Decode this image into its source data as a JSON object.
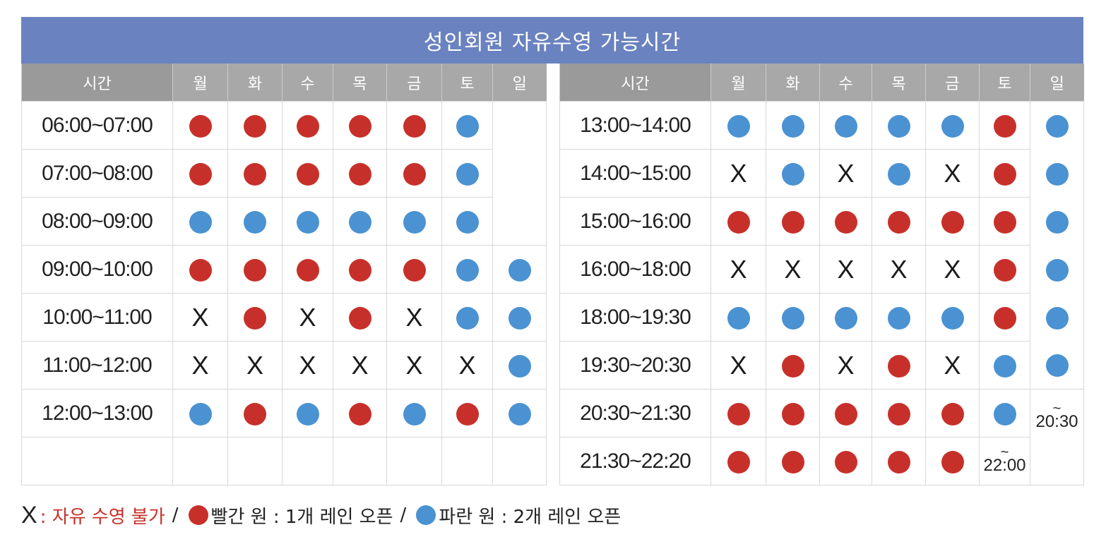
{
  "title": "성인회원 자유수영 가능시간",
  "left": {
    "headers": [
      "시간",
      "월",
      "화",
      "수",
      "목",
      "금",
      "토",
      "일"
    ],
    "rows": [
      {
        "time": "06:00~07:00",
        "cells": [
          "R",
          "R",
          "R",
          "R",
          "R",
          "B",
          ""
        ]
      },
      {
        "time": "07:00~08:00",
        "cells": [
          "R",
          "R",
          "R",
          "R",
          "R",
          "B",
          ""
        ]
      },
      {
        "time": "08:00~09:00",
        "cells": [
          "B",
          "B",
          "B",
          "B",
          "B",
          "B",
          ""
        ]
      },
      {
        "time": "09:00~10:00",
        "cells": [
          "R",
          "R",
          "R",
          "R",
          "R",
          "B",
          "B"
        ]
      },
      {
        "time": "10:00~11:00",
        "cells": [
          "X",
          "R",
          "X",
          "R",
          "X",
          "B",
          "B"
        ]
      },
      {
        "time": "11:00~12:00",
        "cells": [
          "X",
          "X",
          "X",
          "X",
          "X",
          "X",
          "B"
        ]
      },
      {
        "time": "12:00~13:00",
        "cells": [
          "B",
          "R",
          "B",
          "R",
          "B",
          "R",
          "B"
        ]
      },
      {
        "time": "",
        "cells": [
          "",
          "",
          "",
          "",
          "",
          "",
          ""
        ]
      }
    ]
  },
  "right": {
    "headers": [
      "시간",
      "월",
      "화",
      "수",
      "목",
      "금",
      "토",
      "일"
    ],
    "rows": [
      {
        "time": "13:00~14:00",
        "cells": [
          "B",
          "B",
          "B",
          "B",
          "B",
          "R",
          "B"
        ]
      },
      {
        "time": "14:00~15:00",
        "cells": [
          "X",
          "B",
          "X",
          "B",
          "X",
          "R",
          "B"
        ]
      },
      {
        "time": "15:00~16:00",
        "cells": [
          "R",
          "R",
          "R",
          "R",
          "R",
          "R",
          "B"
        ]
      },
      {
        "time": "16:00~18:00",
        "cells": [
          "X",
          "X",
          "X",
          "X",
          "X",
          "R",
          "B"
        ]
      },
      {
        "time": "18:00~19:30",
        "cells": [
          "B",
          "B",
          "B",
          "B",
          "B",
          "R",
          "B"
        ]
      },
      {
        "time": "19:30~20:30",
        "cells": [
          "X",
          "R",
          "X",
          "R",
          "X",
          "B",
          "B"
        ]
      },
      {
        "time": "20:30~21:30",
        "cells": [
          "R",
          "R",
          "R",
          "R",
          "R",
          "B",
          ""
        ]
      },
      {
        "time": "21:30~22:20",
        "cells": [
          "R",
          "R",
          "R",
          "R",
          "R",
          "",
          ""
        ]
      }
    ],
    "sat_note": {
      "tilde": "~",
      "time": "22:00"
    },
    "sun_note": {
      "tilde": "~",
      "time": "20:30"
    }
  },
  "legend": {
    "x_symbol": "X",
    "x_text": ": 자유 수영 불가",
    "slash": "/",
    "red_text": "빨간 원 : 1개 레인 오픈",
    "blue_text": "파란 원 : 2개 레인 오픈"
  },
  "colors": {
    "red": "#c7302a",
    "blue": "#4a92d2",
    "header": "#6a82bf"
  }
}
